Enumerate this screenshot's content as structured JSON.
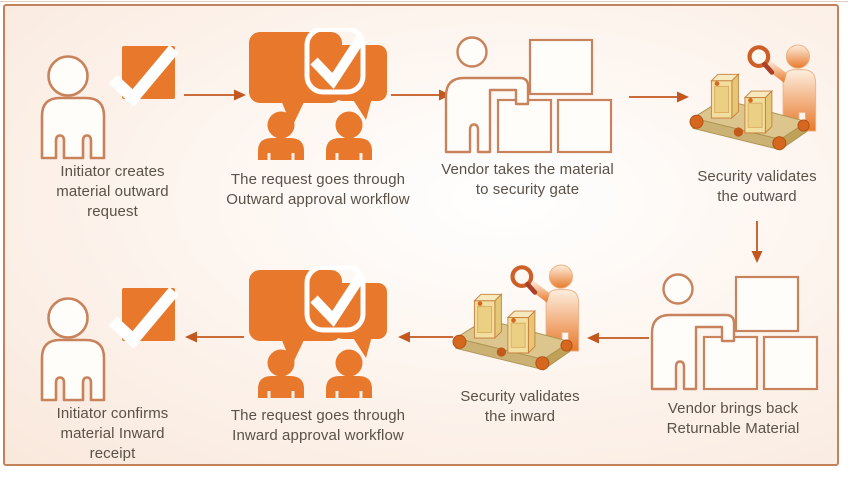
{
  "diagram": {
    "type": "process-flow",
    "colors": {
      "accent_orange": "#E8782C",
      "outline_orange": "#C8835C",
      "arrow_orange": "#C2581F",
      "text": "#5A5148",
      "frame_border": "#C4825C",
      "background_tint": "#F9E8DC",
      "conveyor_belt": "#DCC68D",
      "package": "#F2DE9F",
      "roller_orange": "#D6671F"
    },
    "steps": [
      {
        "id": "initiator-outward",
        "icon": "person-checkbox-icon",
        "lines": [
          "Initiator creates",
          "material outward",
          "request"
        ]
      },
      {
        "id": "outward-approval",
        "icon": "approval-chat-icon",
        "lines": [
          "The request goes through",
          "Outward approval workflow"
        ]
      },
      {
        "id": "vendor-outward",
        "icon": "vendor-boxes-icon",
        "lines": [
          "Vendor takes the material",
          "to security gate"
        ]
      },
      {
        "id": "security-outward",
        "icon": "security-scan-conveyor-icon",
        "lines": [
          "Security validates",
          "the outward"
        ]
      },
      {
        "id": "vendor-inward",
        "icon": "vendor-boxes-icon",
        "lines": [
          "Vendor brings back",
          "Returnable Material"
        ]
      },
      {
        "id": "security-inward",
        "icon": "security-scan-conveyor-icon",
        "lines": [
          "Security validates",
          "the inward"
        ]
      },
      {
        "id": "inward-approval",
        "icon": "approval-chat-icon",
        "lines": [
          "The request goes through",
          "Inward approval workflow"
        ]
      },
      {
        "id": "initiator-inward",
        "icon": "person-checkbox-icon",
        "lines": [
          "Initiator confirms",
          "material Inward",
          "receipt"
        ]
      }
    ],
    "arrows": [
      {
        "from": "initiator-outward",
        "to": "outward-approval",
        "direction": "right"
      },
      {
        "from": "outward-approval",
        "to": "vendor-outward",
        "direction": "right"
      },
      {
        "from": "vendor-outward",
        "to": "security-outward",
        "direction": "right"
      },
      {
        "from": "security-outward",
        "to": "vendor-inward",
        "direction": "down"
      },
      {
        "from": "vendor-inward",
        "to": "security-inward",
        "direction": "left"
      },
      {
        "from": "security-inward",
        "to": "inward-approval",
        "direction": "left"
      },
      {
        "from": "inward-approval",
        "to": "initiator-inward",
        "direction": "left"
      }
    ]
  }
}
